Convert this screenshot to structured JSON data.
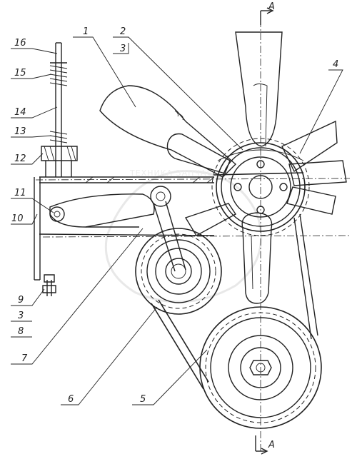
{
  "section_marks": {
    "top": "A",
    "bottom": "A"
  },
  "watermark": "ТЕХНИКА ЗАПЧАСТИ",
  "callouts": {
    "c1": "1",
    "c2": "2",
    "c3a": "3",
    "c4": "4",
    "c5": "5",
    "c6": "6",
    "c7": "7",
    "c8": "8",
    "c9": "9",
    "c3b": "3",
    "c10": "10",
    "c11": "11",
    "c12": "12",
    "c13": "13",
    "c14": "14",
    "c15": "15",
    "c16": "16"
  }
}
